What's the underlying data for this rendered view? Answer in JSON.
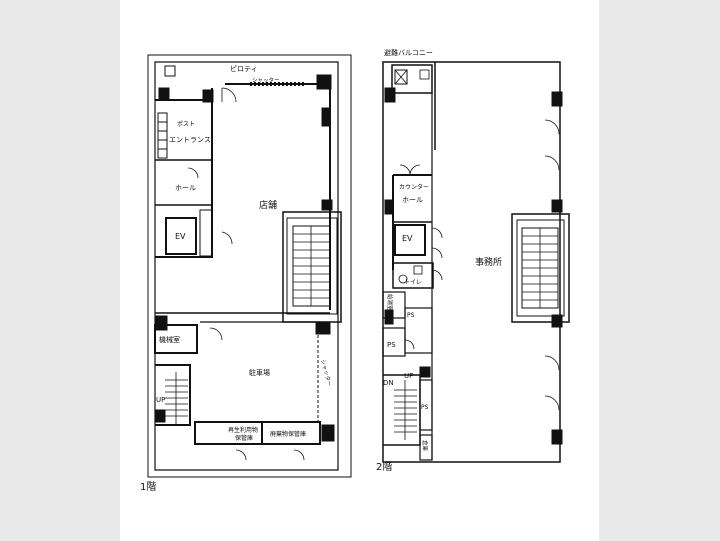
{
  "floor1": {
    "caption": "1階",
    "rooms": {
      "piloti": "ピロティ",
      "shutter_top": "シャッター",
      "post": "ポスト",
      "entrance": "エントランス",
      "hall": "ホール",
      "store": "店舗",
      "ev": "EV",
      "machine_room": "機械室",
      "parking": "駐車場",
      "shutter_side": "シャッター",
      "stairs_up": "UP",
      "recyclables": "再生利用物",
      "recyclables_2": "保管庫",
      "waste": "廃棄物保管庫"
    }
  },
  "floor2": {
    "caption": "2階",
    "rooms": {
      "balcony": "避難バルコニー",
      "counter": "カウンター",
      "hall": "ホール",
      "ev": "EV",
      "office": "事務所",
      "toilet": "トイレ",
      "kitchen": "給湯室",
      "ps_top": "PS",
      "ps_left": "PS",
      "ps_right": "PS",
      "dn": "DN",
      "up": "UP",
      "storage": "倉庫"
    }
  }
}
